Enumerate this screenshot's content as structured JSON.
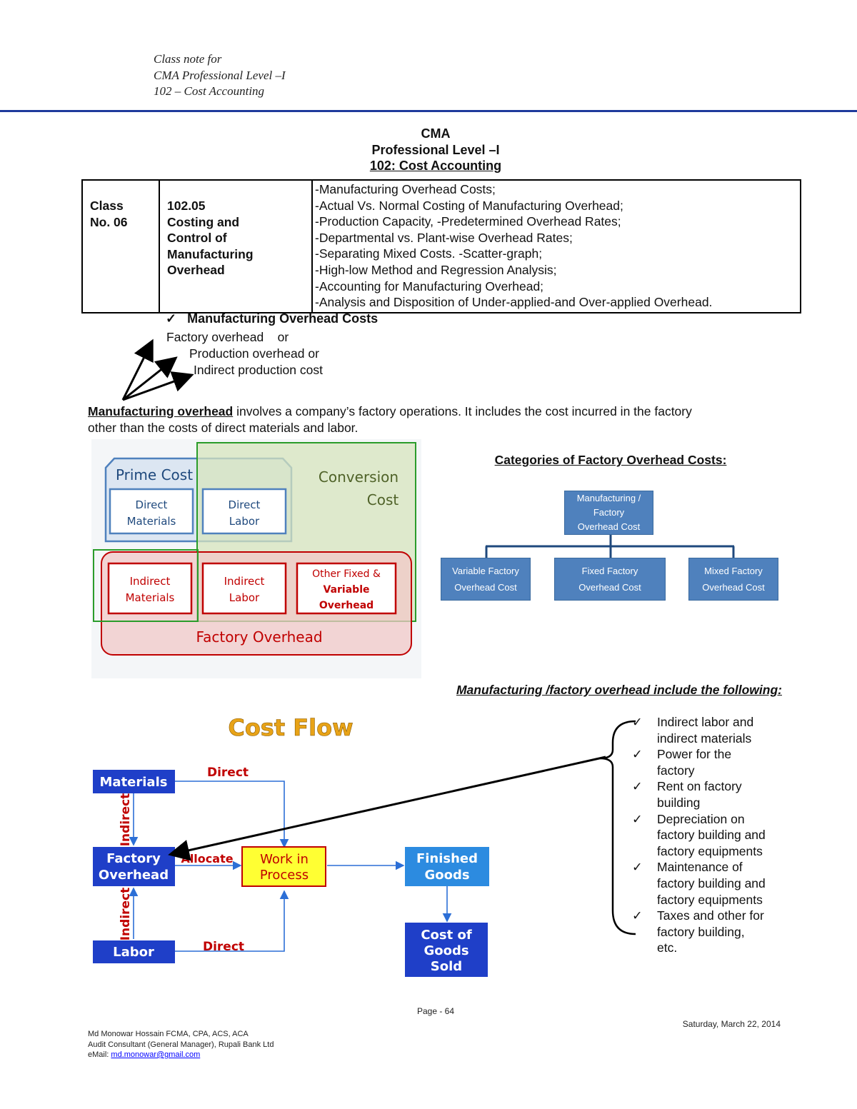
{
  "header": {
    "note_lines": [
      "Class note for",
      "CMA Professional Level –I",
      "102 – Cost Accounting"
    ]
  },
  "title": {
    "line1": "CMA",
    "line2": "Professional Level –I",
    "line3": "102: Cost Accounting"
  },
  "course_table": {
    "class_label": "Class",
    "class_no": "No. 06",
    "module": [
      "102.05",
      "Costing and",
      "Control of",
      "Manufacturing",
      "Overhead"
    ],
    "topics": [
      "-Manufacturing Overhead Costs;",
      "-Actual Vs. Normal Costing of Manufacturing Overhead;",
      "-Production Capacity, -Predetermined Overhead Rates;",
      "-Departmental vs. Plant-wise Overhead Rates;",
      "-Separating Mixed Costs. -Scatter-graph;",
      "-High-low Method and Regression Analysis;",
      "-Accounting for Manufacturing Overhead;",
      "-Analysis and Disposition of Under-applied-and Over-applied Overhead."
    ]
  },
  "section1": {
    "check": "✓",
    "heading": "Manufacturing Overhead Costs",
    "aliases": [
      "Factory overhead    or",
      "Production overhead or",
      "Indirect production cost"
    ]
  },
  "intro": {
    "term": "Manufacturing overhead",
    "line1_rest": " involves a company’s factory operations. It includes the cost incurred in the factory",
    "line2": "other than the  costs of direct materials and labor."
  },
  "cost_diagram": {
    "prime_cost": "Prime Cost",
    "direct_materials": [
      "Direct",
      "Materials"
    ],
    "direct_labor": [
      "Direct",
      "Labor"
    ],
    "conversion_cost": [
      "Conversion",
      "Cost"
    ],
    "indirect_materials": [
      "Indirect",
      "Materials"
    ],
    "indirect_labor": [
      "Indirect",
      "Labor"
    ],
    "other_fixed": [
      "Other Fixed &",
      "Variable",
      "Overhead"
    ],
    "factory_overhead": "Factory Overhead",
    "colors": {
      "blue": "#4f81bd",
      "green": "#2a9c2a",
      "red": "#c00000"
    }
  },
  "categories": {
    "title": "Categories of Factory Overhead Costs:",
    "root": [
      "Manufacturing /",
      "Factory",
      "Overhead Cost"
    ],
    "children": [
      [
        "Variable Factory",
        "Overhead Cost"
      ],
      [
        "Fixed Factory",
        "Overhead Cost"
      ],
      [
        "Mixed Factory",
        "Overhead Cost"
      ]
    ],
    "box_color": "#4f81bd"
  },
  "cost_flow": {
    "title": "Cost Flow",
    "materials": "Materials",
    "factory_overhead": [
      "Factory",
      "Overhead"
    ],
    "labor": "Labor",
    "wip": [
      "Work in",
      "Process"
    ],
    "finished": [
      "Finished",
      "Goods"
    ],
    "cogs": [
      "Cost of",
      "Goods",
      "Sold"
    ],
    "direct_top": "Direct",
    "direct_bottom": "Direct",
    "indirect_top": "Indirect",
    "indirect_bottom": "Indirect",
    "allocate": "Allocate",
    "colors": {
      "navy": "#1f3fc8",
      "sky": "#2c8be0",
      "wip": "#ffff33",
      "label_red": "#c00000",
      "title_gold": "#e8a317"
    }
  },
  "includes": {
    "title": "Manufacturing /factory overhead include the following:",
    "check": "✓",
    "items": [
      [
        "Indirect labor and",
        "indirect materials"
      ],
      [
        "Power for the",
        "factory"
      ],
      [
        "Rent on factory",
        "building"
      ],
      [
        "Depreciation on",
        "factory building and",
        "factory equipments"
      ],
      [
        "Maintenance of",
        "factory building and",
        "factory equipments"
      ],
      [
        "Taxes and other for",
        "factory building,",
        "etc."
      ]
    ]
  },
  "footer": {
    "page": "Page - 64",
    "date": "Saturday, March 22, 2014",
    "author": "Md Monowar Hossain FCMA, CPA, ACS, ACA",
    "position": "Audit Consultant (General Manager), Rupali Bank Ltd",
    "email_label": "eMail: ",
    "email": "md.monowar@gmail.com"
  }
}
